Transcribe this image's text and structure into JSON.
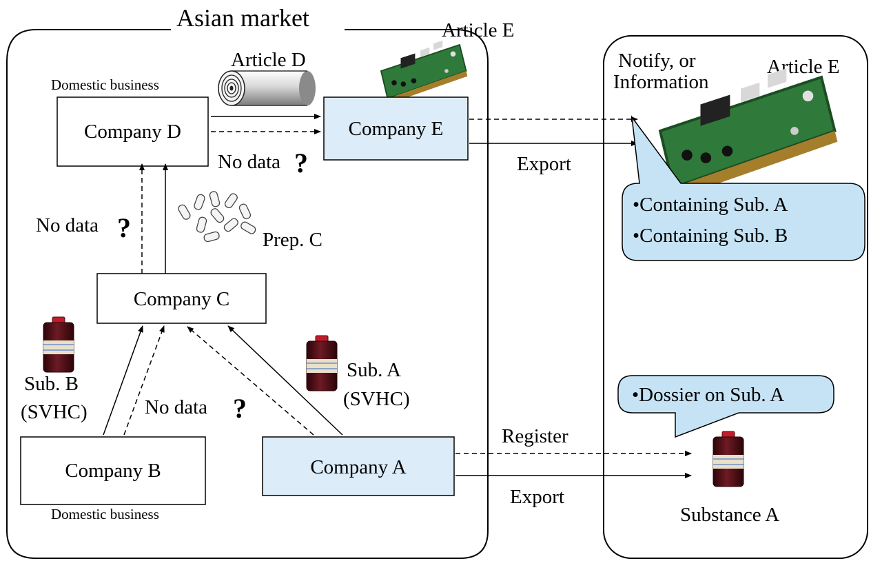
{
  "asian_market_label": "Asian market",
  "article_e_top": "Article E",
  "article_d": "Article D",
  "domestic_business_top": "Domestic business",
  "domestic_business_bottom": "Domestic business",
  "companies": {
    "d": "Company D",
    "e": "Company E",
    "c": "Company C",
    "b": "Company B",
    "a": "Company A"
  },
  "no_data": "No data",
  "question_mark": "?",
  "prep_c": "Prep. C",
  "sub_b": {
    "line1": "Sub. B",
    "line2": "(SVHC)"
  },
  "sub_a": {
    "line1": "Sub. A",
    "line2": "(SVHC)"
  },
  "export_label": "Export",
  "register_label": "Register",
  "notify": {
    "line1": "Notify, or",
    "line2": "Information"
  },
  "article_e_right": "Article E",
  "callout_info": [
    "•Containing Sub. A",
    "•Containing Sub. B"
  ],
  "callout_dossier": "•Dossier on Sub. A",
  "substance_a": "Substance A",
  "colors": {
    "company_highlight": "#dcecf8",
    "callout_fill": "#c6e3f5",
    "pcb_green": "#2f7a3a",
    "bottle_red": "#5a141c"
  }
}
